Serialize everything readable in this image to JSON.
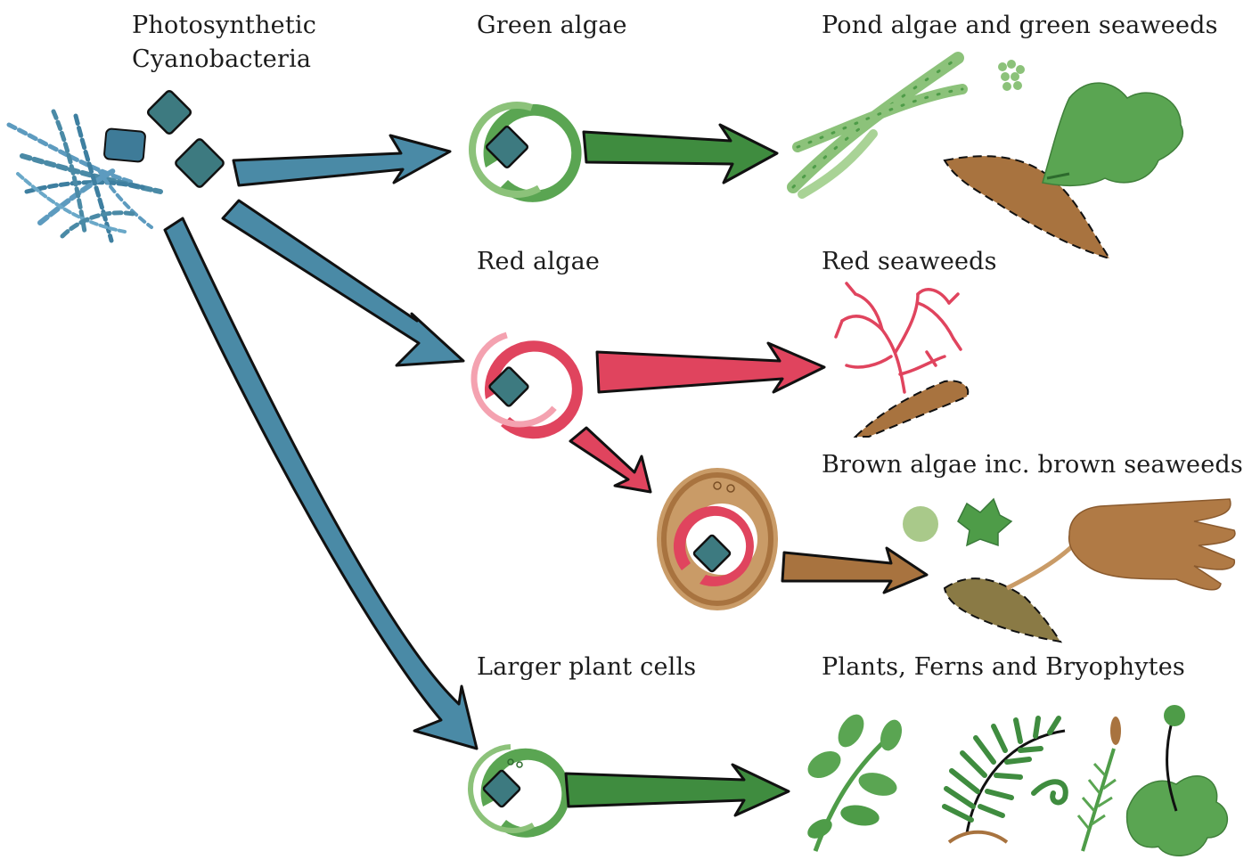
{
  "labels": {
    "cyano_line1": "Photosynthetic",
    "cyano_line2": "Cyanobacteria",
    "green_algae": "Green algae",
    "pond_algae": "Pond algae and green seaweeds",
    "red_algae": "Red algae",
    "red_seaweeds": "Red seaweeds",
    "brown_algae": "Brown algae inc. brown seaweeds",
    "larger_plant_cells": "Larger plant cells",
    "plants": "Plants, Ferns and Bryophytes"
  },
  "colors": {
    "cyano_blue": "#4a8aa6",
    "chloroplast": "#3d7a80",
    "green": "#4e9c48",
    "green_light": "#8cc27a",
    "red": "#e0445e",
    "red_light": "#f4a2b0",
    "brown": "#a8733f",
    "brown_light": "#c99b67",
    "ink": "#111111"
  }
}
